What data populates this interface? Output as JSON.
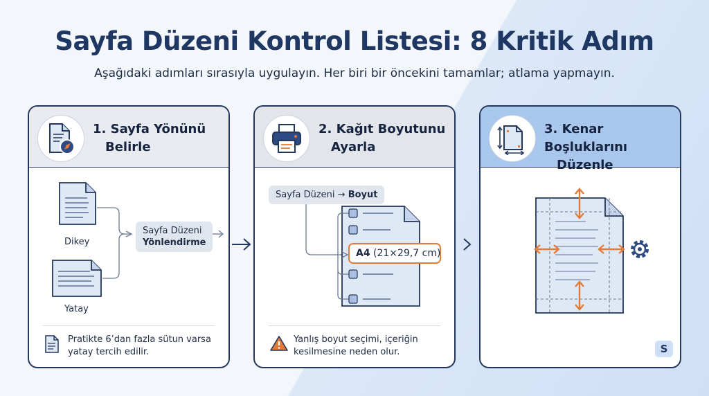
{
  "title": "Sayfa Düzeni Kontrol Listesi: 8 Kritik Adım",
  "subtitle": "Aşağıdaki adımları sırasıyla uygulayın. Her biri bir öncekini tamamlar; atlama yapmayın.",
  "steps": [
    {
      "title_l1": "1. Sayfa Yönünü",
      "title_l2": "Belirle",
      "icon": "document-compass-icon",
      "portrait_label": "Dikey",
      "landscape_label": "Yatay",
      "pill_l1": "Sayfa Düzeni",
      "pill_l2": "Yönlendirme",
      "note": "Pratikte 6’dan fazla sütun varsa yatay tercih edilir."
    },
    {
      "title_l1": "2. Kağıt Boyutunu",
      "title_l2": "Ayarla",
      "icon": "printer-icon",
      "path_l1": "Sayfa Düzeni",
      "path_l2": "Boyut",
      "size_name": "A4",
      "size_dims": "(21×29,7 cm)",
      "note": "Yanlış boyut seçimi, içeriğin kesilmesine neden olur."
    },
    {
      "title_l1": "3. Kenar Boşluklarını",
      "title_l2": "Düzenle",
      "icon": "page-margins-icon",
      "badge": "S"
    }
  ],
  "colors": {
    "accent": "#e07b39",
    "navy": "#1f3763",
    "head_blue": "#a9c6ec"
  }
}
